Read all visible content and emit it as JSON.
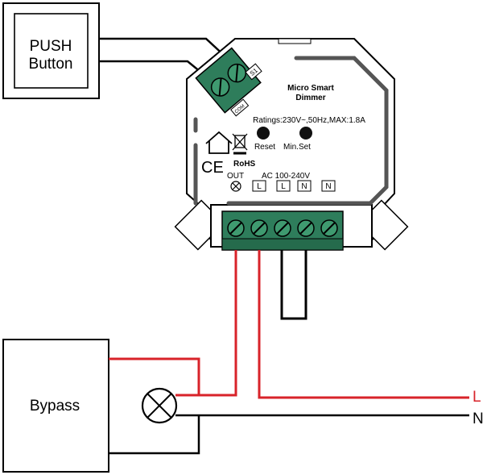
{
  "push_button": {
    "label_line1": "PUSH",
    "label_line2": "Button"
  },
  "bypass": {
    "label": "Bypass"
  },
  "device": {
    "title_line1": "Micro Smart",
    "title_line2": "Dimmer",
    "ratings": "Ratings:230V~,50Hz,MAX:1.8A",
    "reset_label": "Reset",
    "minset_label": "Min.Set",
    "rohs": "RoHS",
    "ce": "CE",
    "out_label": "OUT",
    "ac_label": "AC 100-240V",
    "terminals": [
      "L",
      "L",
      "N",
      "N"
    ],
    "top_terminal_s1": "S1",
    "top_terminal_com": "COM"
  },
  "lines": {
    "live": "L",
    "neutral": "N"
  },
  "colors": {
    "live_wire": "#d8232a",
    "neutral_wire": "#000000",
    "terminal_block": "#2e7d5b",
    "outline": "#000000"
  }
}
